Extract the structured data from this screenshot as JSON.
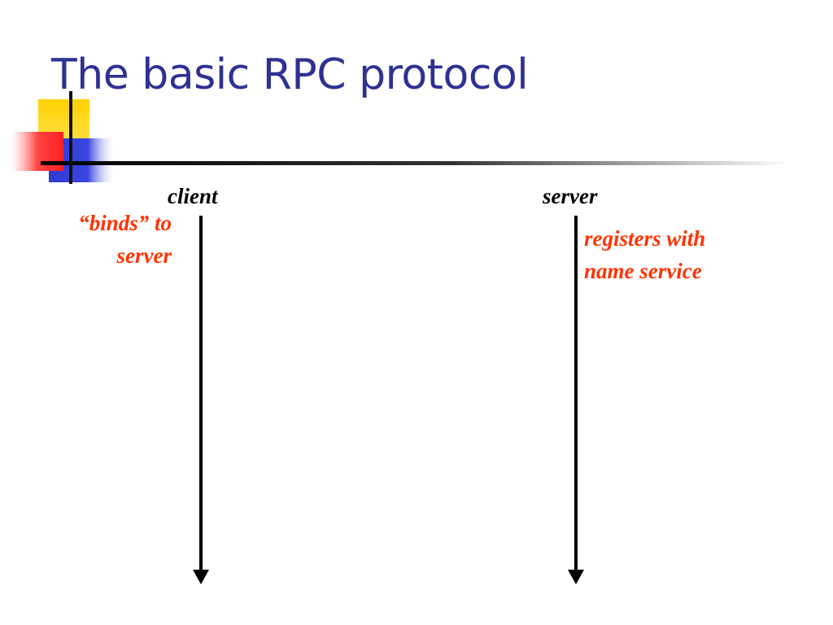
{
  "slide": {
    "title": "The basic RPC protocol"
  },
  "diagram": {
    "actors": {
      "client": {
        "label": "client"
      },
      "server": {
        "label": "server"
      }
    },
    "notes": {
      "client": {
        "lines": [
          "“binds” to",
          "server"
        ]
      },
      "server": {
        "lines": [
          "registers with",
          "name service"
        ]
      }
    }
  },
  "colors": {
    "title": "#2e3192",
    "note": "#ff3300",
    "lifeline": "#000000",
    "accent_yellow": "#ffd200",
    "accent_blue": "#2e3192",
    "accent_red": "#ff3b3b"
  }
}
